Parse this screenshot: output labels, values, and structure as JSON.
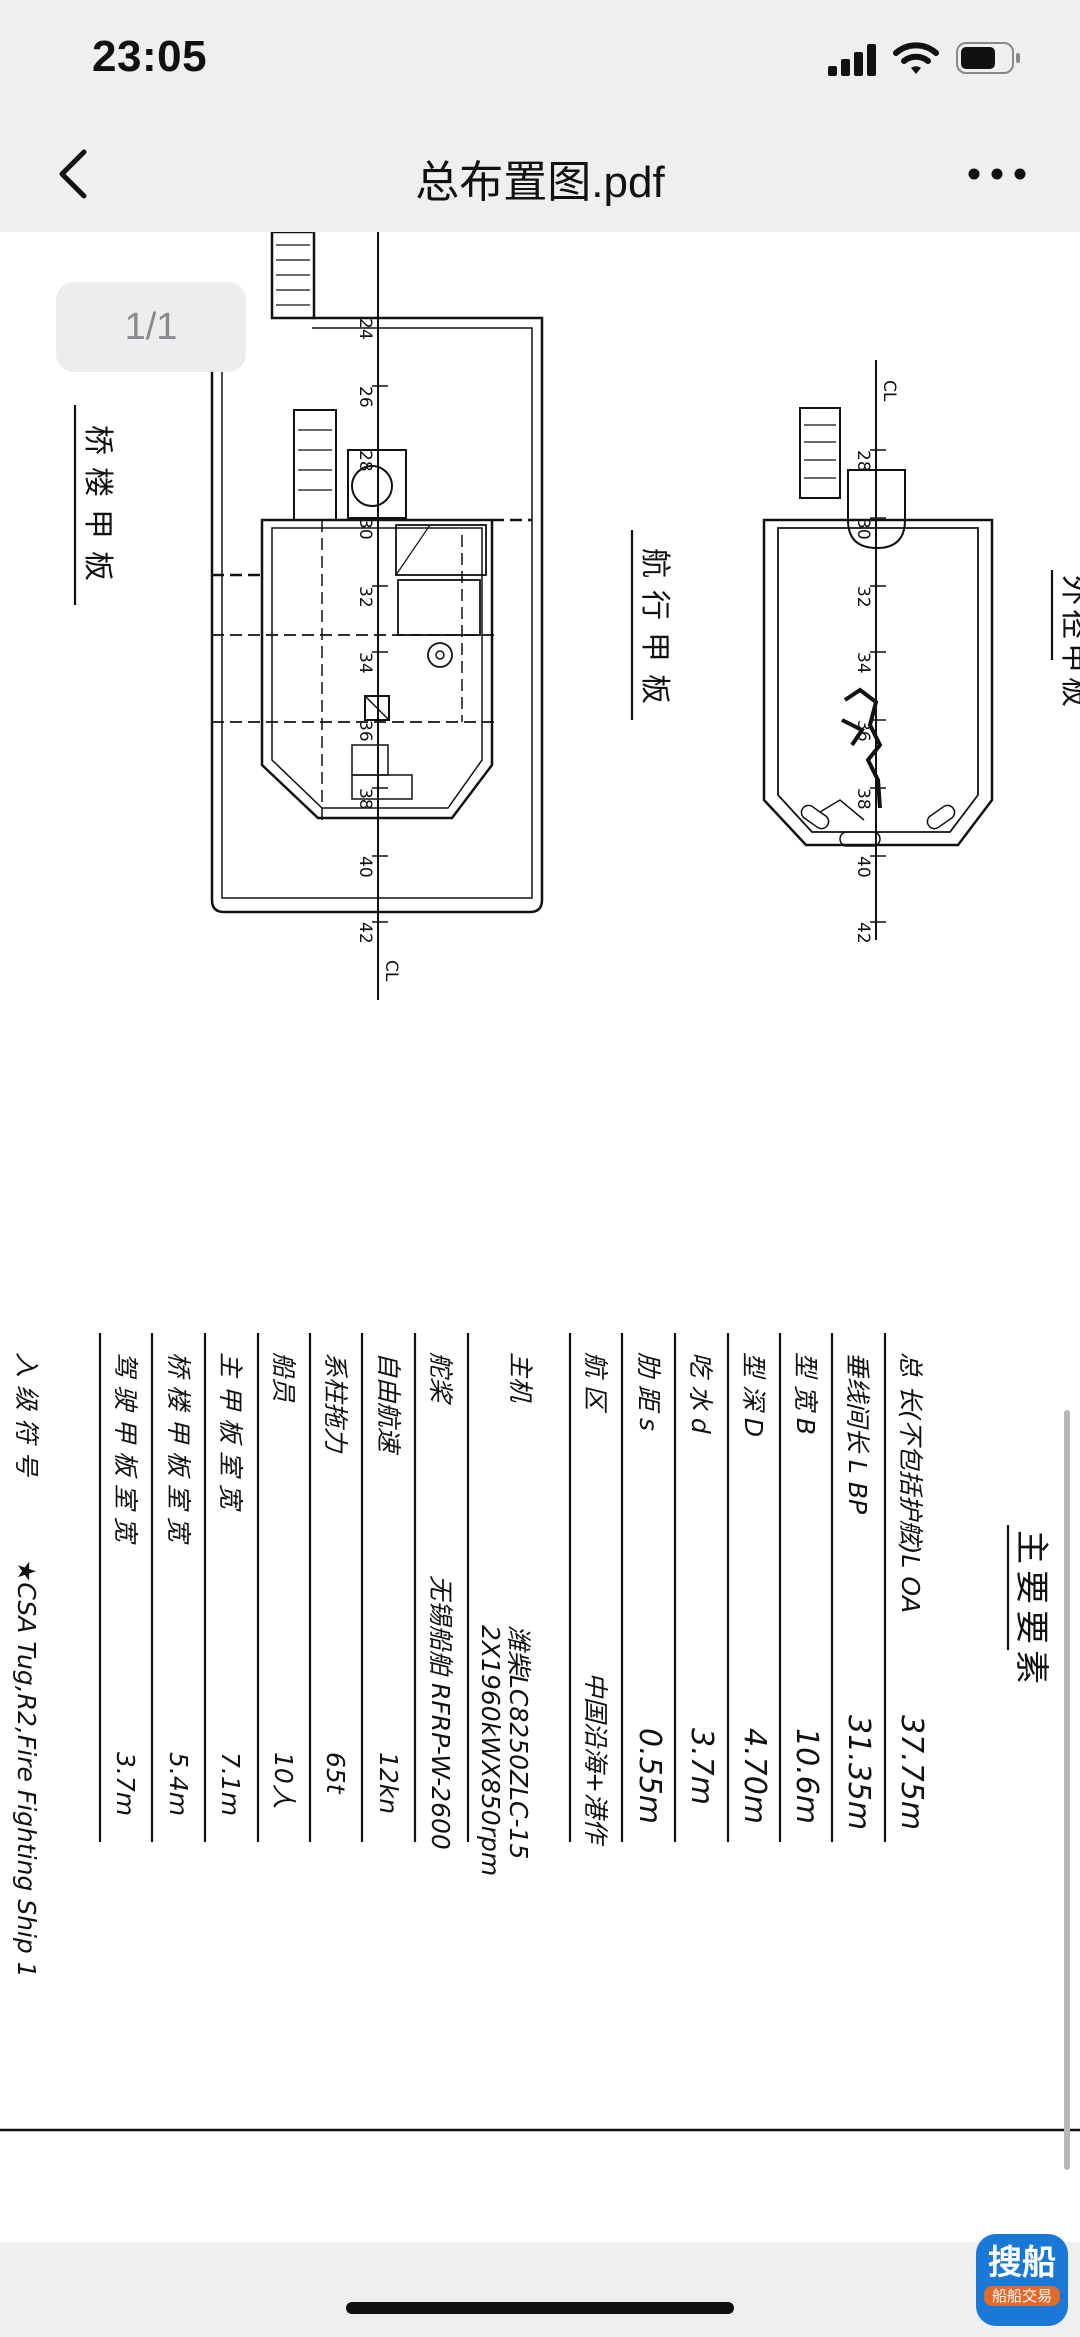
{
  "status_bar": {
    "time": "23:05"
  },
  "nav": {
    "title": "总布置图.pdf"
  },
  "page_indicator": "1/1",
  "drawing": {
    "label_bridge_deck": "桥楼甲板",
    "label_nav_deck": "航行甲板",
    "label_main_deck_partial": "外径甲板",
    "frames_left": [
      "24",
      "26",
      "28",
      "30",
      "32",
      "34",
      "36",
      "38",
      "40",
      "42"
    ],
    "frames_right": [
      "28",
      "30",
      "32",
      "34",
      "36",
      "38",
      "40",
      "42"
    ],
    "cl": "CL"
  },
  "particulars": {
    "heading": "主要要素",
    "rows": [
      {
        "label": "总 长(不包括护舷)L OA",
        "value": "37.75m"
      },
      {
        "label": "垂线间长 L BP",
        "value": "31.35m"
      },
      {
        "label": "型 宽 B",
        "value": "10.6m"
      },
      {
        "label": "型 深 D",
        "value": "4.70m"
      },
      {
        "label": "吃 水 d",
        "value": "3.7m"
      },
      {
        "label": "肋 距 s",
        "value": "0.55m"
      },
      {
        "label": "航 区",
        "value": "中国沿海+港作"
      },
      {
        "label": "主机",
        "value": "潍柴LC8250ZLC-15",
        "value2": "2X1960kWX850rpm"
      },
      {
        "label": "舵桨",
        "value": "无锡船舶 RFRP-W-2600"
      },
      {
        "label": "自由航速",
        "value": "12kn"
      },
      {
        "label": "系柱拖力",
        "value": "65t"
      },
      {
        "label": "船员",
        "value": "10人"
      },
      {
        "label": "主 甲 板 室 宽",
        "value": "7.1m"
      },
      {
        "label": "桥 楼 甲 板 室 宽",
        "value": "5.4m"
      },
      {
        "label": "驾 驶 甲 板 室 宽",
        "value": "3.7m"
      },
      {
        "label": "入 级 符 号",
        "value": "★CSA Tug,R2,Fire Fighting Ship 1"
      }
    ]
  },
  "watermark": {
    "line1": "搜船",
    "line2": "船船交易"
  }
}
